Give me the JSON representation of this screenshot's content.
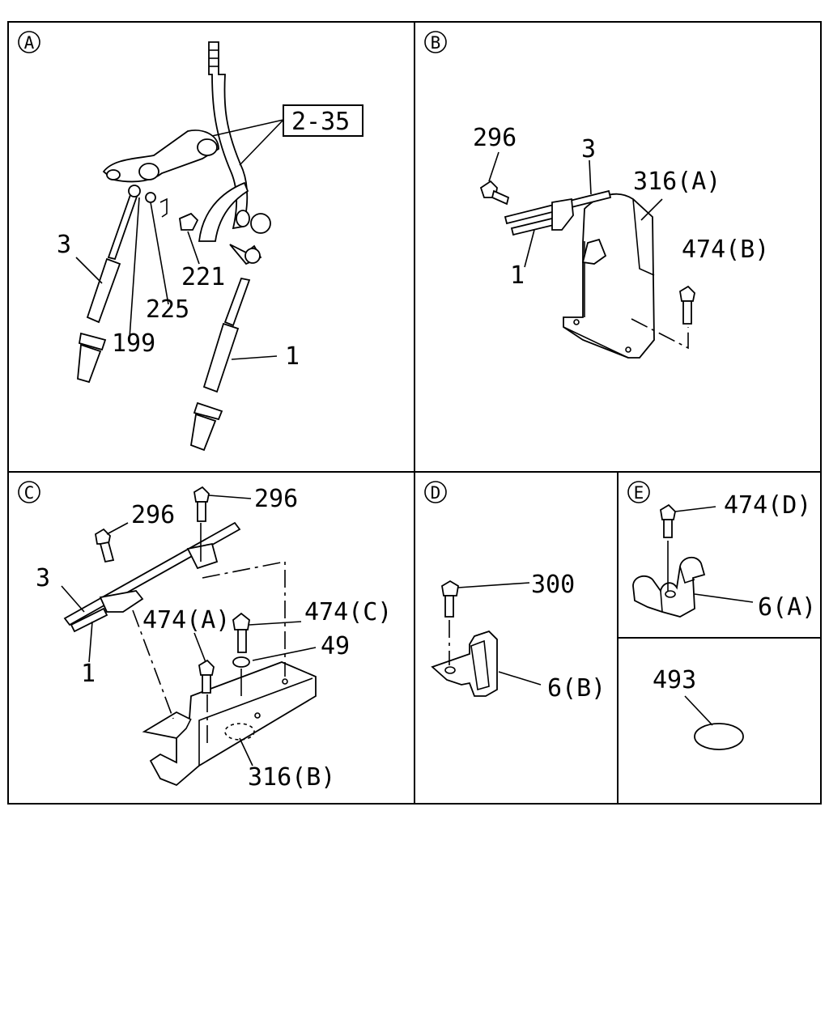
{
  "panels": {
    "A": {
      "letter": "A",
      "labels": {
        "ref": "2-35",
        "l3": "3",
        "l199": "199",
        "l225": "225",
        "l221": "221",
        "l1": "1"
      }
    },
    "B": {
      "letter": "B",
      "labels": {
        "l296": "296",
        "l3": "3",
        "l316a": "316(A)",
        "l474b": "474(B)",
        "l1": "1"
      }
    },
    "C": {
      "letter": "C",
      "labels": {
        "l296a": "296",
        "l296b": "296",
        "l3": "3",
        "l1": "1",
        "l474a": "474(A)",
        "l474c": "474(C)",
        "l49": "49",
        "l316b": "316(B)"
      }
    },
    "D": {
      "letter": "D",
      "labels": {
        "l300": "300",
        "l6b": "6(B)"
      }
    },
    "E": {
      "letter": "E",
      "labels": {
        "l474d": "474(D)",
        "l6a": "6(A)"
      }
    },
    "F": {
      "labels": {
        "l493": "493"
      }
    }
  }
}
